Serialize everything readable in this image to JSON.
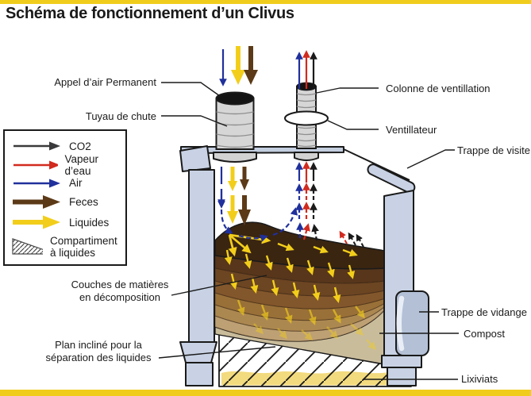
{
  "page": {
    "title": "Schéma de fonctionnement d’un Clivus"
  },
  "colors": {
    "accent_yellow": "#F0CC1C",
    "wall_blue": "#C8D2E4",
    "pipe_gray": "#D6D6D6",
    "co2_black": "#3A3A3C",
    "vapor_red": "#D12A1F",
    "air_blue": "#20309C",
    "feces_brown": "#5C3A17",
    "liquid_yellow": "#F2CE1B",
    "compost_tan": "#C9BC9B",
    "leachate_yellow": "#F2DA7E"
  },
  "legend": {
    "items": [
      {
        "label": "CO2",
        "type": "thin-arrow",
        "color": "#3A3A3C"
      },
      {
        "label": "Vapeur d’eau",
        "type": "thin-arrow",
        "color": "#D12A1F"
      },
      {
        "label": "Air",
        "type": "thin-arrow",
        "color": "#20309C"
      },
      {
        "label": "Feces",
        "type": "thick-arrow",
        "color": "#5C3A17"
      },
      {
        "label": "Liquides",
        "type": "thick-arrow",
        "color": "#F2CE1B"
      },
      {
        "label": "Compartiment à liquides",
        "type": "hatched-triangle",
        "color": "#FFFFFF"
      }
    ]
  },
  "labels": {
    "appel_air": "Appel d’air Permanent",
    "tuyau_chute": "Tuyau de chute",
    "colonne_ventilation": "Colonne de ventillation",
    "ventilateur": "Ventillateur",
    "trappe_visite": "Trappe de visite",
    "couches_line1": "Couches de matières",
    "couches_line2": "en décomposition",
    "plan_line1": "Plan incliné pour la",
    "plan_line2": "séparation des liquides",
    "trappe_vidange": "Trappe de vidange",
    "compost": "Compost",
    "lixiviats": "Lixiviats"
  }
}
